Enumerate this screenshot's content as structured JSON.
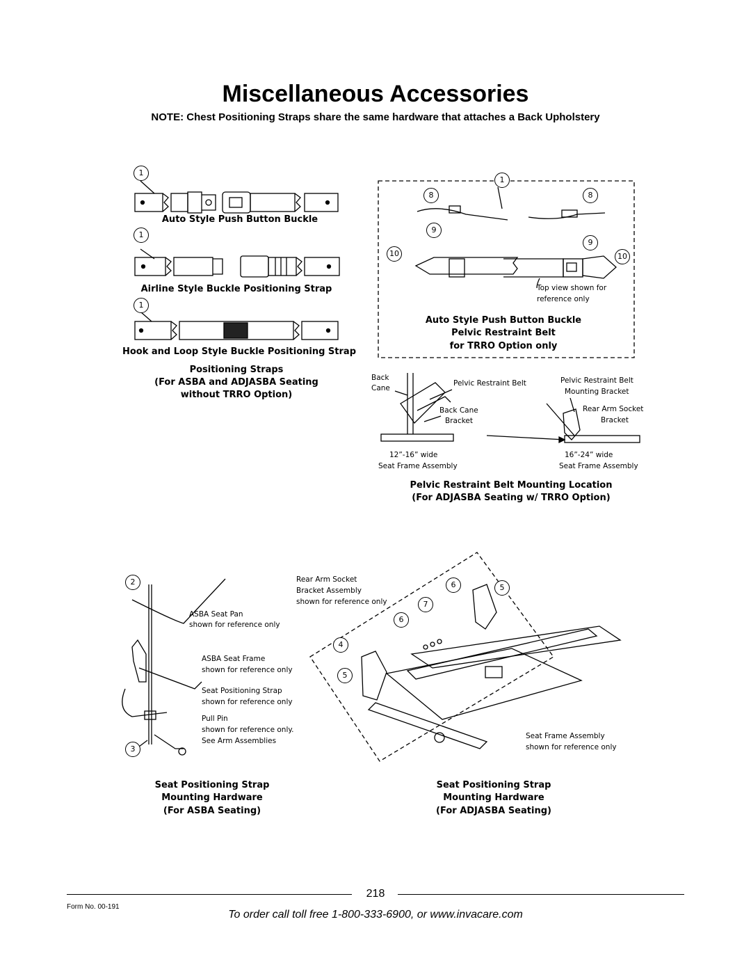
{
  "title": "Miscellaneous Accessories",
  "note": "NOTE: Chest Positioning Straps share the same hardware that attaches a  Back Upholstery",
  "left_panel": {
    "callout": "1",
    "caption_auto": "Auto Style Push Button Buckle",
    "caption_airline": "Airline Style Buckle Positioning Strap",
    "caption_hook": "Hook and Loop Style Buckle Positioning Strap",
    "group_caption": [
      "Positioning Straps",
      "(For ASBA and ADJASBA Seating",
      "without TRRO Option)"
    ]
  },
  "right_panel": {
    "callouts": [
      "1",
      "8",
      "8",
      "9",
      "9",
      "10",
      "10"
    ],
    "top_view_note": [
      "Top view shown for",
      "reference only"
    ],
    "caption": [
      "Auto Style Push Button Buckle",
      "Pelvic Restraint Belt",
      "for TRRO Option only"
    ]
  },
  "mounting": {
    "back_cane": [
      "Back",
      "Cane"
    ],
    "pelvic_belt": "Pelvic Restraint Belt",
    "back_cane_bracket": [
      "Back Cane",
      "Bracket"
    ],
    "mounting_bracket": [
      "Pelvic Restraint Belt",
      "Mounting Bracket"
    ],
    "rear_arm_socket": [
      "Rear Arm Socket",
      "Bracket"
    ],
    "left_width": [
      "12”-16” wide",
      "Seat Frame Assembly"
    ],
    "right_width": [
      "16”-24” wide",
      "Seat Frame Assembly"
    ],
    "caption": [
      "Pelvic Restraint Belt Mounting Location",
      "(For ADJASBA Seating w/ TRRO Option)"
    ]
  },
  "asba_hardware": {
    "callouts": [
      "2",
      "3"
    ],
    "seat_pan": [
      "ASBA Seat Pan",
      "shown for reference only"
    ],
    "seat_frame": [
      "ASBA Seat Frame",
      "shown for reference only"
    ],
    "positioning_strap": [
      "Seat Positioning Strap",
      "shown for reference only"
    ],
    "pull_pin": [
      "Pull Pin",
      "shown for reference only.",
      "See Arm Assemblies"
    ],
    "caption": [
      "Seat Positioning Strap",
      "Mounting Hardware",
      "(For ASBA Seating)"
    ]
  },
  "adjasba_hardware": {
    "callouts": [
      "6",
      "5",
      "7",
      "6",
      "4",
      "5"
    ],
    "rear_arm": [
      "Rear Arm Socket",
      "Bracket Assembly",
      "shown for reference only"
    ],
    "seat_frame": [
      "Seat Frame Assembly",
      "shown for reference only"
    ],
    "caption": [
      "Seat Positioning Strap",
      "Mounting Hardware",
      "(For ADJASBA Seating)"
    ]
  },
  "footer": {
    "page_number": "218",
    "form_no": "Form No.  00-191",
    "order_line": "To order call toll free 1-800-333-6900, or www.invacare.com"
  }
}
